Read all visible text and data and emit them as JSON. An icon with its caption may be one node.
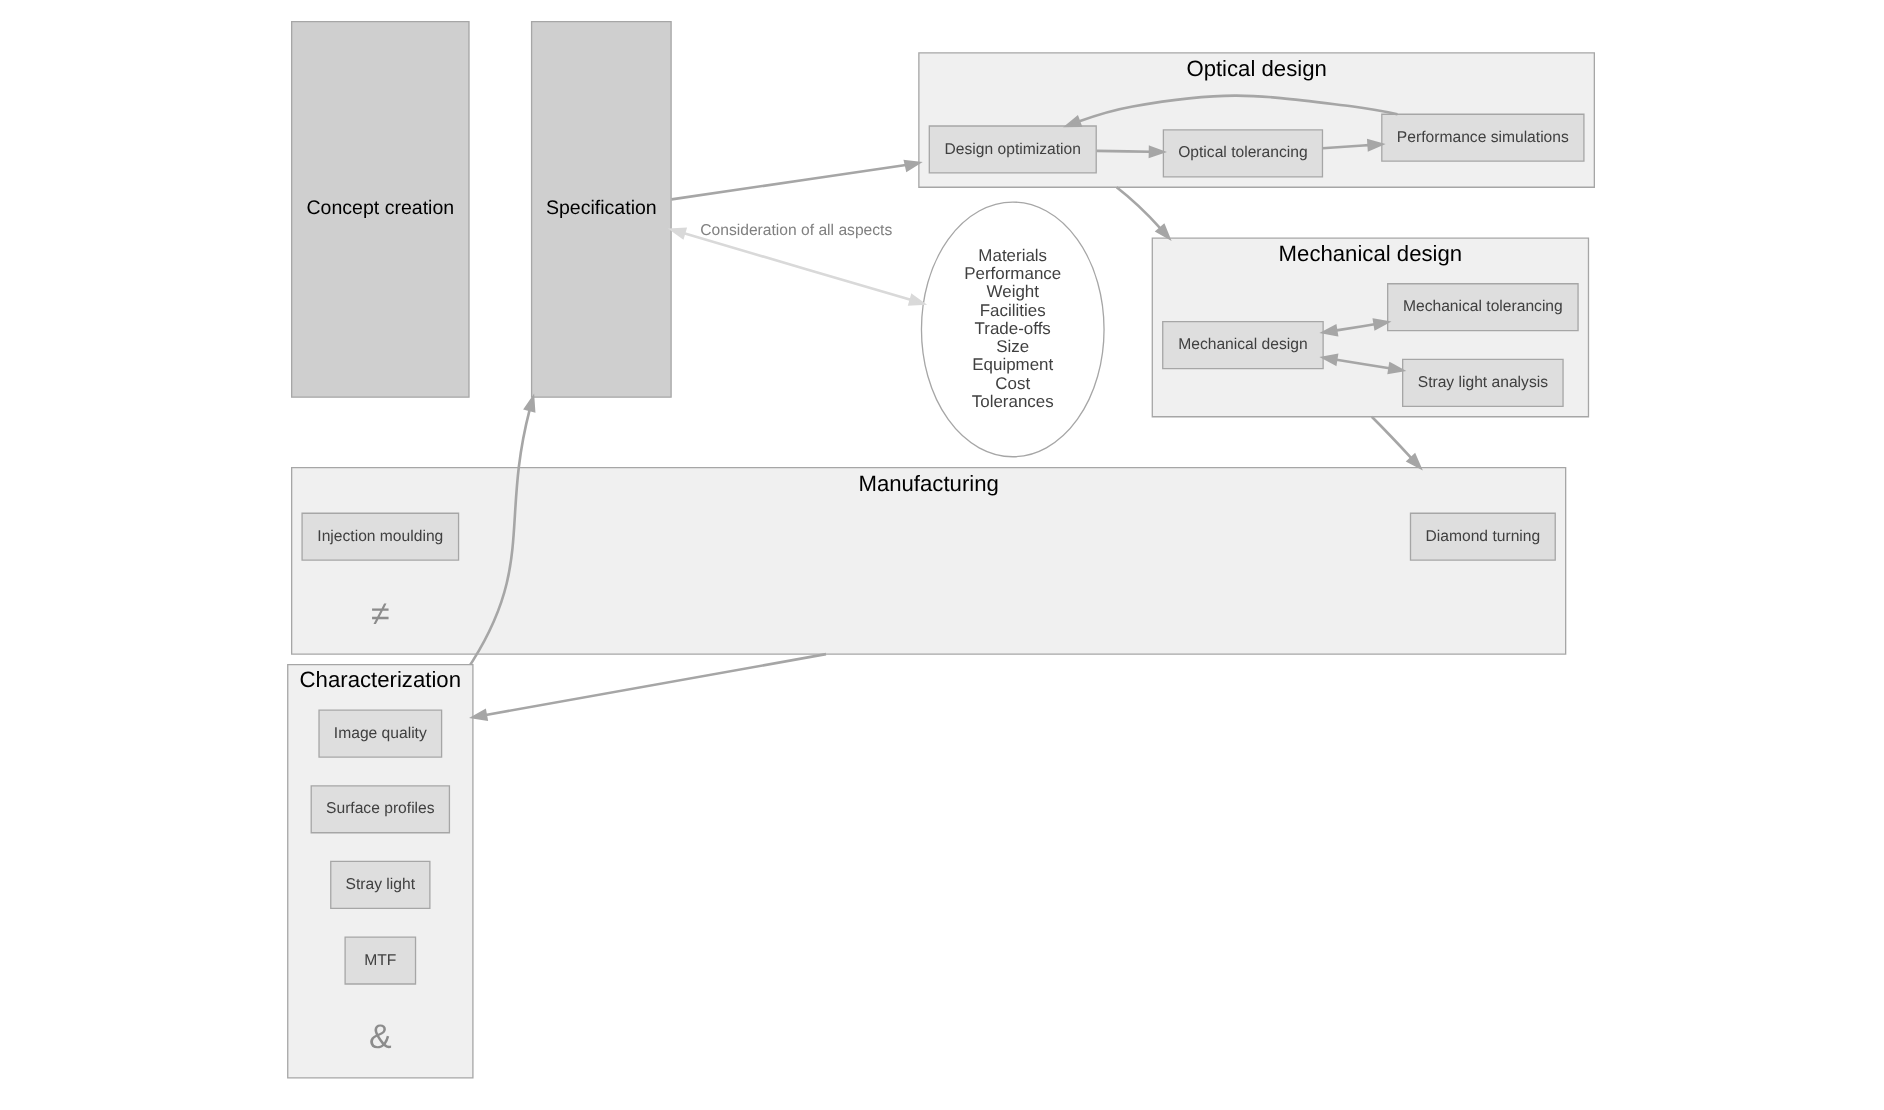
{
  "diagram": {
    "nodes": [
      {
        "text": [
          "Concept creation"
        ]
      },
      {
        "text": [
          "Specification"
        ]
      },
      {
        "text": [
          "Optical design"
        ]
      },
      {
        "text": [
          "Design optimization"
        ],
        "in": 2
      },
      {
        "text": [
          "Performance simulations"
        ],
        "in": 2
      },
      {
        "text": [
          "Optical tolerancing"
        ],
        "in": 2
      },
      {
        "text": [
          "Mechanical design"
        ]
      },
      {
        "text": [
          "Mechanical design"
        ],
        "in": 6
      },
      {
        "text": [
          "Stray light analysis"
        ],
        "in": 6
      },
      {
        "text": [
          "Mechanical tolerancing"
        ],
        "in": 6
      },
      {
        "text": [
          "Materials",
          "Performance",
          "Weight",
          "Facilities",
          "Trade-offs",
          "Size",
          "Equipment",
          "Cost",
          "Tolerances"
        ]
      },
      {
        "text": [
          "Characterization"
        ]
      },
      {
        "text": [
          "Image quality"
        ],
        "in": 11
      },
      {
        "text": [
          "Surface profiles"
        ],
        "in": 11
      },
      {
        "text": [
          "Stray light"
        ],
        "in": 11
      },
      {
        "text": [
          "MTF"
        ],
        "in": 11
      },
      {
        "text": [
          "Manufacturing"
        ]
      },
      {
        "text": [
          "Diamond turning"
        ],
        "in": 16
      },
      {
        "text": [
          "Injection moulding"
        ],
        "in": 16
      }
    ],
    "edges": [
      {
        "from": 1,
        "to": 2,
        "arrow": "to"
      },
      {
        "from": 2,
        "to": 6,
        "arrow": "to"
      },
      {
        "from": 6,
        "to": 16,
        "arrow": "to"
      },
      {
        "from": 16,
        "to": 11,
        "arrow": "to"
      },
      {
        "from": 11,
        "to": 1,
        "arrow": "to"
      },
      {
        "from": 1,
        "to": 10,
        "arrow": "both",
        "label": "Consideration of all aspects",
        "color": "#d9d9d9"
      },
      {
        "from": 4,
        "to": 3,
        "arrow": "to"
      },
      {
        "from": 3,
        "to": 5,
        "arrow": "to"
      },
      {
        "from": 5,
        "to": 4,
        "arrow": "to"
      },
      {
        "from": 7,
        "to": 8,
        "arrow": "both"
      },
      {
        "from": 7,
        "to": 9,
        "arrow": "both"
      }
    ],
    "labels": [
      "&",
      "≠"
    ]
  }
}
